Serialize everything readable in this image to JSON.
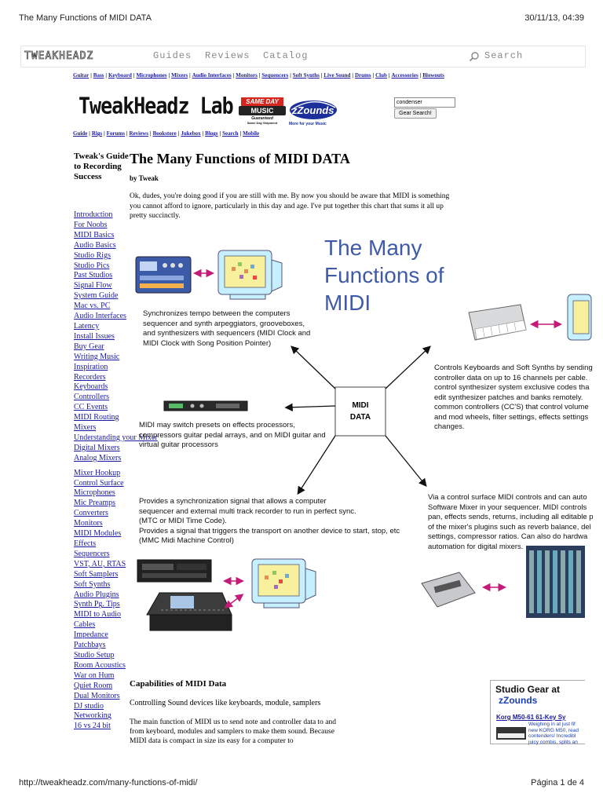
{
  "print_header": {
    "title": "The Many Functions of MIDI DATA",
    "datetime": "30/11/13, 04:39"
  },
  "print_footer": {
    "url": "http://tweakheadz.com/many-functions-of-midi/",
    "page": "Página 1 de 4"
  },
  "topnav": {
    "logo": "TWEAKHEADZ",
    "links": [
      "Guides",
      "Reviews",
      "Catalog"
    ],
    "search_placeholder": "Search"
  },
  "category_links": [
    "Guitar",
    "Bass",
    "Keyboard",
    "Microphones",
    "Mixers",
    "Audio Interfaces",
    "Monitors",
    "Sequencers",
    "Soft Synths",
    "Live Sound",
    "Drums",
    "Club",
    "Accessories",
    "Blowouts"
  ],
  "header": {
    "logo_text": "TweakHeadz Lab",
    "ad1": {
      "line1": "SAME DAY",
      "line2": "MUSIC",
      "line3": "Guaranteed",
      "line4": "Same Day Shipment"
    },
    "ad2": {
      "name": "zZounds",
      "tagline": "More for your Music"
    },
    "search_value": "condenser",
    "search_button": "Gear Search!"
  },
  "sub_links": [
    "Guide",
    "Rigs",
    "Forums",
    "Reviews",
    "Bookstore",
    "Jukebox",
    "Blogs",
    "Search",
    "Mobile"
  ],
  "sidebar": {
    "title": "Tweak's Guide to Recording Success",
    "links_a": [
      "Introduction",
      "For Noobs",
      "MIDI Basics",
      "Audio Basics",
      "Studio Rigs",
      "Studio Pics",
      "Past Studios",
      "Signal Flow",
      "System Guide",
      "Mac vs. PC",
      "Audio Interfaces",
      "Latency",
      "Install Issues",
      "Buy Gear",
      "Writing Music",
      "Inspiration",
      "Recorders",
      "Keyboards",
      "Controllers",
      "CC Events",
      "MIDI Routing",
      "Mixers",
      "Understanding your Mixer",
      "Digital Mixers",
      "Analog Mixers"
    ],
    "links_b": [
      "Mixer Hookup",
      "Control Surface",
      "Microphones",
      "Mic Preamps",
      "Converters",
      "Monitors",
      "MIDI Modules",
      "Effects",
      "Sequencers",
      "VST, AU, RTAS",
      "Soft Samplers",
      "Soft Synths",
      "Audio Plugins",
      "Synth Pg. Tips",
      "MIDI to Audio",
      "Cables",
      "Impedance",
      "Patchbays",
      "Studio Setup",
      "Room Acoustics",
      "War on Hum",
      "Quiet Room",
      "Dual Monitors",
      "DJ studio",
      "Networking",
      "16 vs 24 bit"
    ]
  },
  "article": {
    "title": "The Many Functions of MIDI DATA",
    "byline": "by Tweak",
    "intro": "Ok, dudes, you're doing good if you are still with me.  By now you should be aware that MIDI is something you cannot afford to ignore, particularly in this day and age.  I've put together this chart that sums it all up pretty succinctly.",
    "section_heading": "Capabilities of MIDI Data",
    "section_sub": "Controlling Sound devices like keyboards, module, samplers",
    "section_para": "The main function of MIDI us to send note and controller data to and from keyboard, modules and samplers to make them sound. Because MIDI data is compact in size its easy for a computer to"
  },
  "diagram": {
    "title_lines": [
      "The Many",
      "Functions of",
      "MIDI"
    ],
    "center_lines": [
      "MIDI",
      "DATA"
    ],
    "text_clock": [
      "Synchronizes tempo between the computers",
      "sequencer and synth arpeggiators, grooveboxes,",
      "and synthesizers with sequencers (MIDI Clock and",
      "MIDI Clock with Song Position Pointer)"
    ],
    "text_keyboards": [
      "Controls Keyboards and Soft Synths by sending",
      "controller data on up to 16 channels per cable.",
      "control synthesizer system exclusive codes tha",
      "edit synthesizer patches and banks remotely.",
      "common controllers (CC'S) that control volume",
      "and mod wheels, filter settings, effects settings",
      "changes."
    ],
    "text_presets": [
      "MIDI may switch presets on effects processors,",
      "compressors guitar pedal arrays, and on MIDI guitar and",
      "virtual guitar processors"
    ],
    "text_sync": [
      "Provides a synchronization signal that allows a computer",
      "sequencer and external multi track recorder to run in perfect sync.",
      "(MTC or MIDI Time Code).",
      "Provides a signal that triggers the transport on another device to start, stop, etc",
      "(MMC Midi Machine Control)"
    ],
    "text_surface": [
      "Via a control surface MIDI controls and can auto",
      "Software Mixer in your sequencer.  MIDI controls",
      "pan, effects sends, returns, including all editable p",
      "of the mixer's plugins such as reverb balance, del",
      "settings, compressor ratios.  Can also do hardwa",
      "automation for digital mixers."
    ]
  },
  "gear_box": {
    "title": "Studio Gear at",
    "brand": "zZounds",
    "product": "Korg M50-61 61-Key Sy",
    "desc_lines": [
      "Weighing in at just fif",
      "new KORG M50, read",
      "contenders! Incredibl",
      "juicy combis, splits an"
    ]
  },
  "colors": {
    "link": "#1a1aa0",
    "nav_gray": "#8a8a8a",
    "monitor_body": "#c6f0ff",
    "monitor_screen": "#f7f19e",
    "arrow_magenta": "#c41a78",
    "gear_brand": "#1a3fb0"
  }
}
